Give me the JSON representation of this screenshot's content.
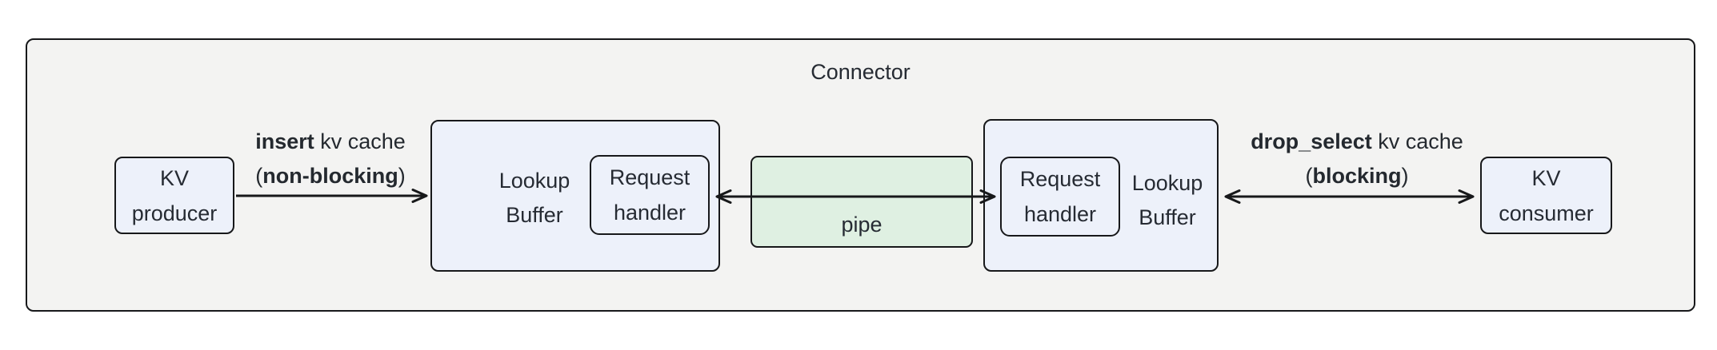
{
  "diagram": {
    "title": "Connector",
    "colors": {
      "canvas_bg": "#ffffff",
      "container_bg": "#f3f3f2",
      "node_bg": "#edf1fa",
      "pipe_bg": "#dff0e2",
      "border": "#17181a",
      "text": "#262b33"
    },
    "nodes": {
      "kv_producer": {
        "line1": "KV",
        "line2": "producer"
      },
      "lookup_buffer_left": {
        "line1": "Lookup",
        "line2": "Buffer"
      },
      "request_handler_left": {
        "line1": "Request",
        "line2": "handler"
      },
      "pipe": {
        "label": "pipe"
      },
      "request_handler_right": {
        "line1": "Request",
        "line2": "handler"
      },
      "lookup_buffer_right": {
        "line1": "Lookup",
        "line2": "Buffer"
      },
      "kv_consumer": {
        "line1": "KV",
        "line2": "consumer"
      }
    },
    "edges": {
      "insert": {
        "verb": "insert",
        "rest": " kv cache",
        "paren_open": "(",
        "mode": "non-blocking",
        "paren_close": ")"
      },
      "drop_select": {
        "verb": "drop_select",
        "rest": " kv cache",
        "paren_open": "(",
        "mode": "blocking",
        "paren_close": ")"
      }
    }
  }
}
